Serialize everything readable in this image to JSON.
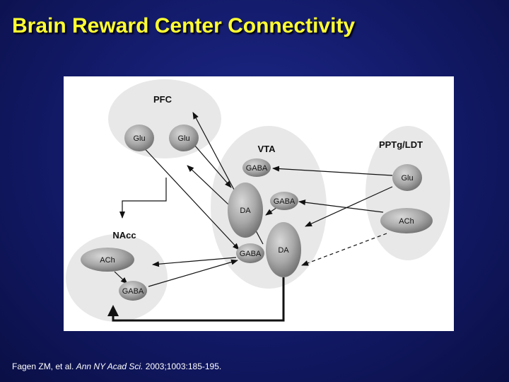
{
  "slide": {
    "title": "Brain Reward Center Connectivity"
  },
  "diagram": {
    "regions": {
      "pfc": "PFC",
      "vta": "VTA",
      "pptg": "PPTg/LDT",
      "nacc": "NAcc"
    },
    "nodes": {
      "pfc_glu_1": "Glu",
      "pfc_glu_2": "Glu",
      "vta_gaba_top": "GABA",
      "vta_da_left": "DA",
      "vta_gaba_mid": "GABA",
      "vta_gaba_bottom": "GABA",
      "vta_da_right": "DA",
      "pptg_glu": "Glu",
      "pptg_ach": "ACh",
      "nacc_ach": "ACh",
      "nacc_gaba": "GABA"
    }
  },
  "citation": {
    "authors": "Fagen ZM, et al.",
    "journal": "Ann NY Acad Sci.",
    "details": "2003;1003:185-195."
  }
}
